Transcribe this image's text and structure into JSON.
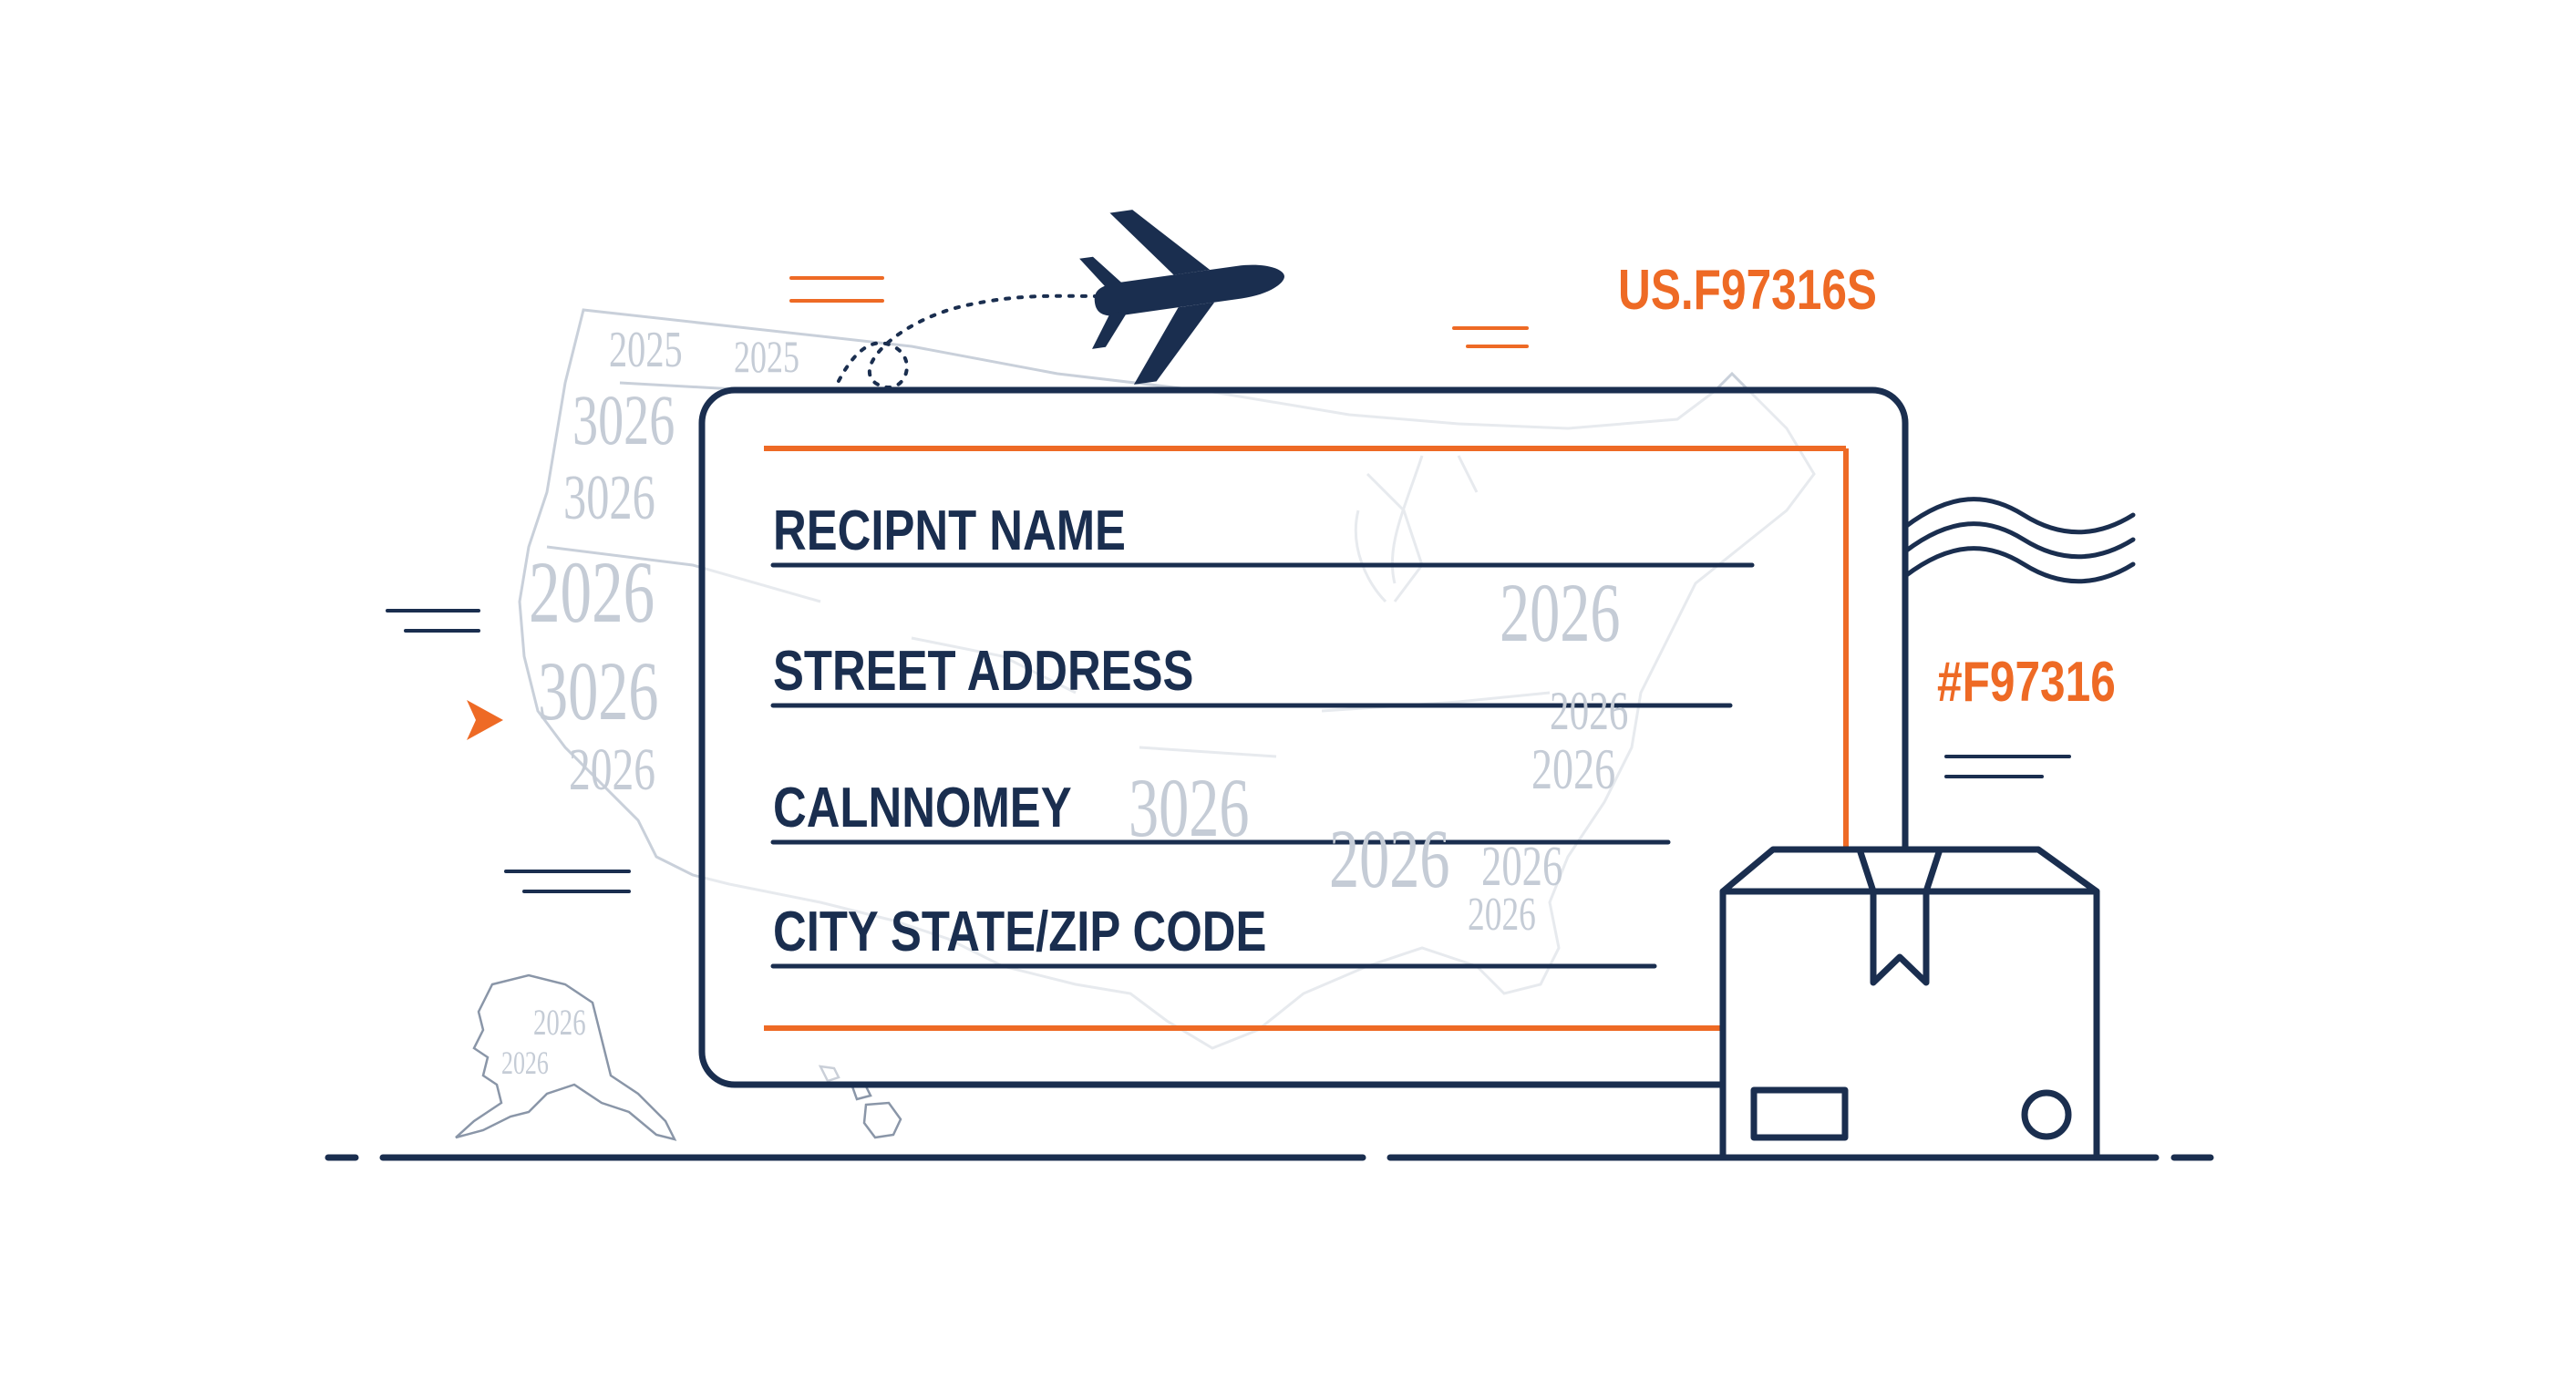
{
  "label": {
    "fields": [
      {
        "label": "RECIPNT NAME"
      },
      {
        "label": "STREET ADDRESS"
      },
      {
        "label": "CALNNOMEY"
      },
      {
        "label": "CITY STATE/ZIP CODE"
      }
    ]
  },
  "codes": {
    "top_code": "US.F97316S",
    "side_code": "#F97316"
  },
  "map": {
    "watermark_text": "2026",
    "watermark_alt_text": "3026",
    "watermark_small_text": "2025"
  },
  "icons": {
    "airplane": "airplane-icon",
    "package": "package-box-icon",
    "arrow": "arrow-right-icon",
    "postmark": "postmark-waves-icon"
  },
  "colors": {
    "navy": "#1a2e4f",
    "orange": "#ee6a25",
    "map_gray": "#c5ccd6"
  }
}
